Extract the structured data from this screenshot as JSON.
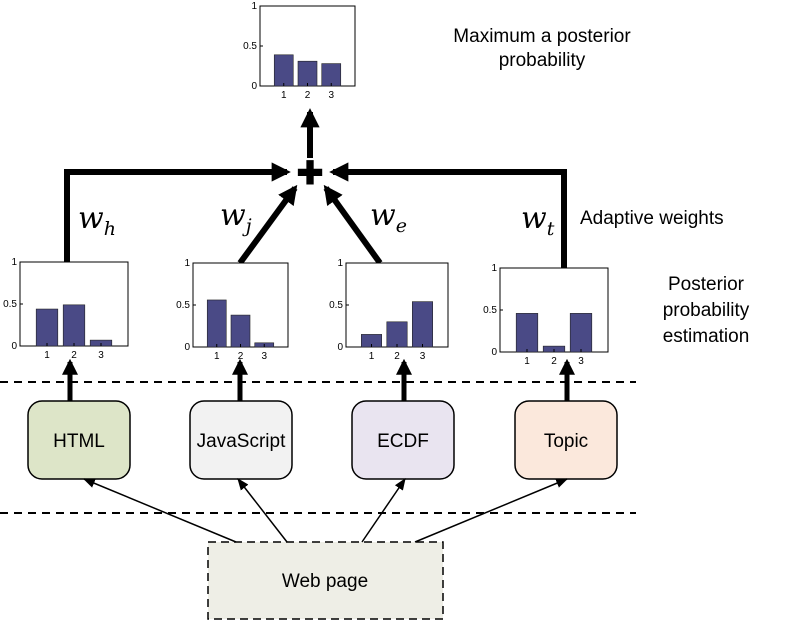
{
  "colors": {
    "bar": "#4a4a86",
    "html_box": "#dde5c8",
    "js_box": "#f2f2f2",
    "ecdf_box": "#e9e4f0",
    "topic_box": "#fbe8dc",
    "webpage_box": "#eeeee6"
  },
  "labels": {
    "map": "Maximum a posterior probability",
    "adaptive": "Adaptive weights",
    "posterior": "Posterior probability estimation"
  },
  "weights": [
    {
      "base": "w",
      "sub": "h"
    },
    {
      "base": "w",
      "sub": "j"
    },
    {
      "base": "w",
      "sub": "e"
    },
    {
      "base": "w",
      "sub": "t"
    }
  ],
  "sources": [
    "HTML",
    "JavaScript",
    "ECDF",
    "Topic"
  ],
  "webpage": "Web page",
  "combine_symbol": "✚",
  "chart_data": [
    {
      "id": "map",
      "type": "bar",
      "categories": [
        "1",
        "2",
        "3"
      ],
      "values": [
        0.39,
        0.31,
        0.28
      ],
      "ylim": [
        0,
        1
      ],
      "yticks": [
        "0",
        "0.5",
        "1"
      ]
    },
    {
      "id": "html",
      "type": "bar",
      "categories": [
        "1",
        "2",
        "3"
      ],
      "values": [
        0.44,
        0.49,
        0.07
      ],
      "ylim": [
        0,
        1
      ],
      "yticks": [
        "0",
        "0.5",
        "1"
      ]
    },
    {
      "id": "javascript",
      "type": "bar",
      "categories": [
        "1",
        "2",
        "3"
      ],
      "values": [
        0.56,
        0.38,
        0.05
      ],
      "ylim": [
        0,
        1
      ],
      "yticks": [
        "0",
        "0.5",
        "1"
      ]
    },
    {
      "id": "ecdf",
      "type": "bar",
      "categories": [
        "1",
        "2",
        "3"
      ],
      "values": [
        0.15,
        0.3,
        0.54
      ],
      "ylim": [
        0,
        1
      ],
      "yticks": [
        "0",
        "0.5",
        "1"
      ]
    },
    {
      "id": "topic",
      "type": "bar",
      "categories": [
        "1",
        "2",
        "3"
      ],
      "values": [
        0.46,
        0.07,
        0.46
      ],
      "ylim": [
        0,
        1
      ],
      "yticks": [
        "0",
        "0.5",
        "1"
      ]
    }
  ]
}
